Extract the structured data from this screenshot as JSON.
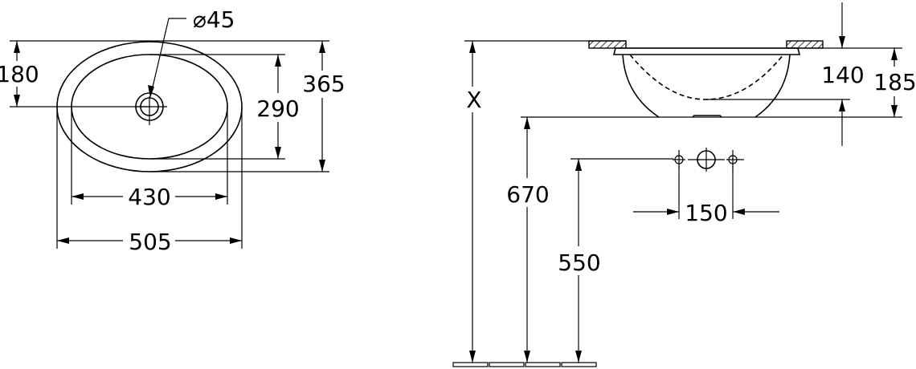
{
  "drawing": {
    "line_color": "#000000",
    "background": "#ffffff",
    "top_view": {
      "drain_diameter": "⌀45",
      "center_offset": "180",
      "inner_depth": "290",
      "outer_depth": "365",
      "inner_width": "430",
      "outer_width": "505"
    },
    "side_view": {
      "install_height": "X",
      "rim_height": "670",
      "wall_connection_height": "550",
      "tap_hole_spacing": "150",
      "bowl_depth": "140",
      "total_height": "185"
    }
  }
}
